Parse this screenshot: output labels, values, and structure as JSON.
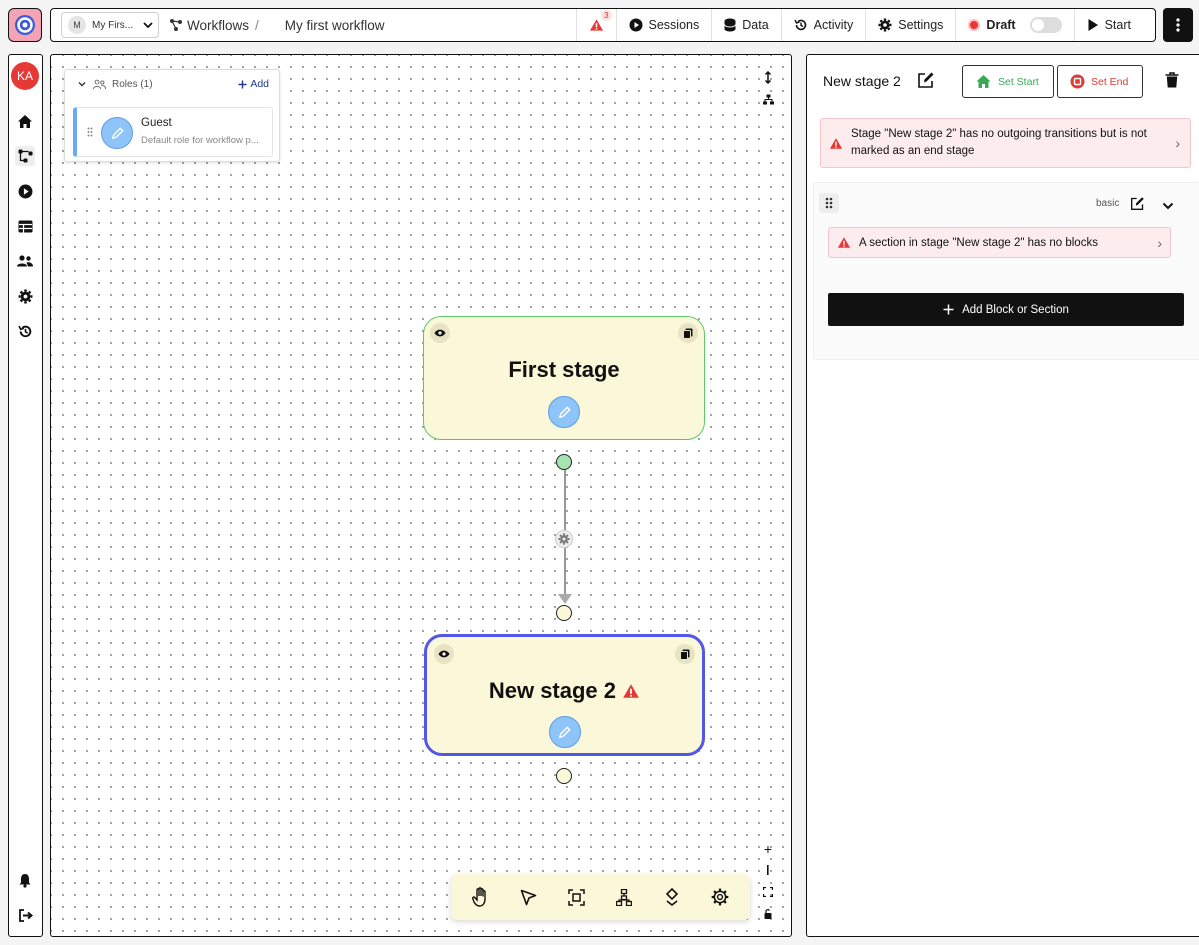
{
  "header": {
    "workspace_initial": "M",
    "workspace_label": "My Firs...",
    "breadcrumb_root": "Workflows",
    "breadcrumb_sep": "/",
    "workflow_name": "My first workflow",
    "warning_count": "3",
    "sessions_label": "Sessions",
    "data_label": "Data",
    "activity_label": "Activity",
    "settings_label": "Settings",
    "draft_label": "Draft",
    "start_label": "Start"
  },
  "sidebar": {
    "avatar_initials": "KA",
    "items": [
      "home-icon",
      "workflow-icon",
      "play-icon",
      "table-icon",
      "users-icon",
      "gear-icon",
      "history-icon"
    ],
    "bottom_items": [
      "bell-icon",
      "logout-icon"
    ]
  },
  "roles": {
    "header": "Roles (1)",
    "add_label": "Add",
    "items": [
      {
        "name": "Guest",
        "description": "Default role for workflow p..."
      }
    ]
  },
  "canvas": {
    "stages": [
      {
        "title": "First stage",
        "state": "start"
      },
      {
        "title": "New stage 2",
        "state": "selected",
        "has_warning": true
      }
    ],
    "zoom_controls": [
      "+",
      "−",
      "fit",
      "lock"
    ],
    "toolbar": [
      "hand-icon",
      "pointer-icon",
      "frame-icon",
      "layout-tree-icon",
      "align-icon",
      "gear-icon"
    ]
  },
  "panel": {
    "stage_title": "New stage 2",
    "set_start_label": "Set Start",
    "set_end_label": "Set End",
    "alert_stage": "Stage \"New stage 2\" has no outgoing transitions but is not marked as an end stage",
    "section_tag": "basic",
    "alert_section": "A section in stage \"New stage 2\" has no blocks",
    "add_block_label": "Add Block or Section"
  },
  "colors": {
    "accent_selected": "#5257e6",
    "start_green": "#3aa856",
    "end_red": "#e53935",
    "stage_fill": "#fbf7d9"
  }
}
